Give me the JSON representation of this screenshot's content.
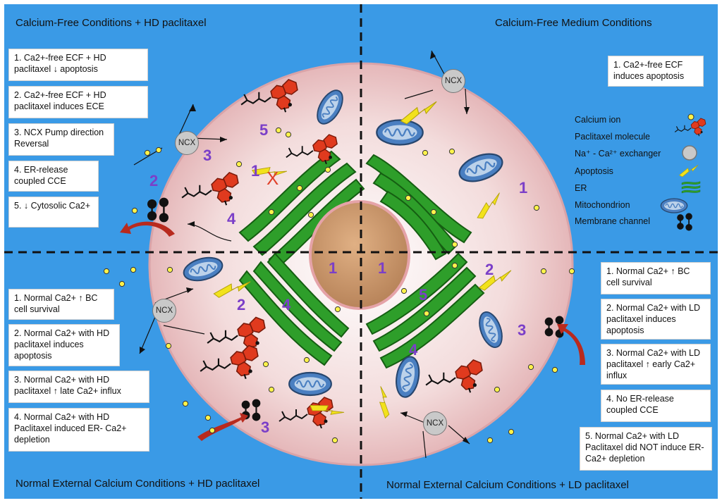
{
  "quadrant_titles": {
    "top_left": "Calcium-Free Conditions + HD paclitaxel",
    "top_right": "Calcium-Free Medium Conditions",
    "bottom_left": "Normal  External Calcium Conditions + HD paclitaxel",
    "bottom_right": "Normal External Calcium Conditions + LD paclitaxel"
  },
  "top_left_notes": [
    "1. Ca2+-free ECF + HD paclitaxel ↓ apoptosis",
    "2. Ca2+-free ECF + HD paclitaxel induces ECE",
    "3. NCX Pump direction Reversal",
    "4. ER-release coupled CCE",
    "5. ↓ Cytosolic Ca2+"
  ],
  "top_right_notes": [
    "1. Ca2+-free ECF induces apoptosis"
  ],
  "bottom_left_notes": [
    "1. Normal Ca2+ ↑ BC cell survival",
    "2. Normal Ca2+ with HD paclitaxel induces apoptosis",
    "3. Normal Ca2+ with HD paclitaxel ↑ late Ca2+ influx",
    "4. Normal Ca2+ with HD Paclitaxel induced ER- Ca2+ depletion"
  ],
  "bottom_right_notes": [
    "1. Normal Ca2+ ↑ BC cell survival",
    "2. Normal Ca2+ with LD paclitaxel induces apoptosis",
    "3. Normal Ca2+ with LD paclitaxel ↑ early Ca2+ influx",
    "4. No ER-release coupled CCE",
    "5. Normal Ca2+ with LD Paclitaxel did NOT induce  ER- Ca2+ depletion"
  ],
  "legend": [
    {
      "label": "Calcium ion",
      "icon": "calcium-ion-icon"
    },
    {
      "label": "Paclitaxel molecule",
      "icon": "paclitaxel-icon"
    },
    {
      "label": "Na⁺ - Ca²⁺ exchanger",
      "icon": "exchanger-icon"
    },
    {
      "label": "Apoptosis",
      "icon": "lightning-icon"
    },
    {
      "label": "ER",
      "icon": "er-icon"
    },
    {
      "label": "Mitochondrion",
      "icon": "mitochondrion-icon"
    },
    {
      "label": "Membrane channel",
      "icon": "channel-icon"
    }
  ],
  "ncx_label": "NCX",
  "markers": {
    "one": "1",
    "two": "2",
    "three": "3",
    "four": "4",
    "five": "5",
    "blocked": "X"
  },
  "colors": {
    "background": "#3a9ae6",
    "cell": "#f2d6d6",
    "nucleus": "#c9956a",
    "er": "#2e9e2a",
    "mitochondrion": "#4a7fc1",
    "paclitaxel": "#e03a1e",
    "calcium": "#fff34a",
    "lightning": "#f2e21c",
    "marker": "#7b3fc8",
    "arrow": "#b82a1e"
  }
}
